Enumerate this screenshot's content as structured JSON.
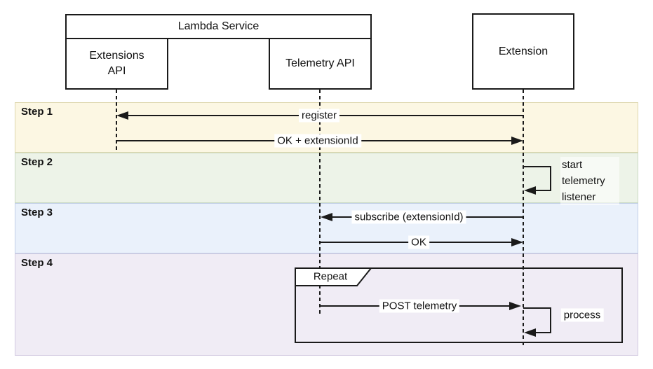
{
  "diagram": {
    "type": "sequence",
    "colors": {
      "line": "#1a1a1a",
      "label_background": "#ffffff",
      "participant_background": "#ffffff",
      "step_1_bg": "#fcf7e3",
      "step_2_bg": "#edf3e8",
      "step_3_bg": "#eaf1fb",
      "step_4_bg": "#f0ecf5"
    },
    "lambda_group": {
      "label": "Lambda Service"
    },
    "participants": [
      {
        "id": "extensions-api",
        "label": "Extensions API",
        "parent": "Lambda Service"
      },
      {
        "id": "telemetry-api",
        "label": "Telemetry API",
        "parent": "Lambda Service"
      },
      {
        "id": "extension",
        "label": "Extension",
        "parent": null
      }
    ],
    "steps": [
      {
        "label": "Step 1",
        "bg": "#fcf7e3",
        "border": "#ddd7ae"
      },
      {
        "label": "Step 2",
        "bg": "#edf3e8",
        "border": "#c9d9c3"
      },
      {
        "label": "Step 3",
        "bg": "#eaf1fb",
        "border": "#c1cfe6"
      },
      {
        "label": "Step 4",
        "bg": "#f0ecf5",
        "border": "#d2c9e0"
      }
    ],
    "messages": [
      {
        "label": "register",
        "from": "Extension",
        "to": "Extensions API",
        "step": "Step 1"
      },
      {
        "label": "OK + extensionId",
        "from": "Extensions API",
        "to": "Extension",
        "step": "Step 1"
      },
      {
        "label": "start telemetry listener",
        "from": "Extension",
        "to": "Extension",
        "step": "Step 2",
        "type": "self"
      },
      {
        "label": "subscribe (extensionId)",
        "from": "Extension",
        "to": "Telemetry API",
        "step": "Step 3"
      },
      {
        "label": "OK",
        "from": "Telemetry API",
        "to": "Extension",
        "step": "Step 3"
      },
      {
        "label": "POST telemetry",
        "from": "Telemetry API",
        "to": "Extension",
        "step": "Step 4"
      },
      {
        "label": "process",
        "from": "Extension",
        "to": "Extension",
        "step": "Step 4",
        "type": "self"
      }
    ],
    "fragment": {
      "label": "Repeat"
    }
  }
}
